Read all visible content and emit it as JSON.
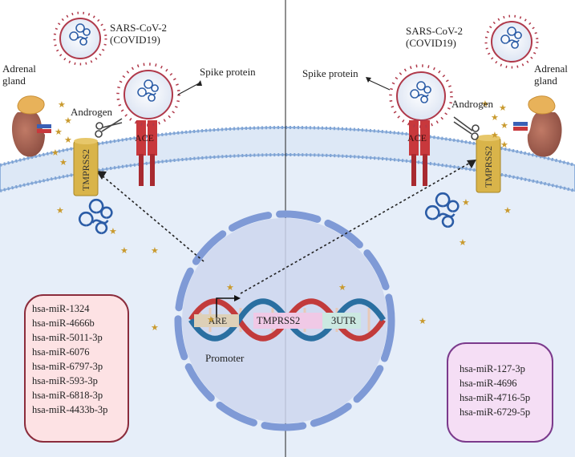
{
  "virus_label_left": [
    "SARS-CoV-2",
    "(COVID19)"
  ],
  "virus_label_right": [
    "SARS-CoV-2",
    "(COVID19)"
  ],
  "adrenal_label_left": [
    "Adrenal",
    "gland"
  ],
  "adrenal_label_right": [
    "Adrenal",
    "gland"
  ],
  "spike_label_left": "Spike protein",
  "spike_label_right": "Spike protein",
  "androgen_label_left": "Androgen",
  "androgen_label_right": "Androgen",
  "ace_label": "ACE",
  "tmprss2_label": "TMPRSS2",
  "dna": {
    "are": "ARE",
    "gene": "TMPRSS2",
    "utr": "3UTR",
    "promoter": "Promoter"
  },
  "mirna_left": [
    "hsa-miR-1324",
    "hsa-miR-4666b",
    "hsa-miR-5011-3p",
    "hsa-miR-6076",
    "hsa-miR-6797-3p",
    "hsa-miR-593-3p",
    "hsa-miR-6818-3p",
    "hsa-miR-4433b-3p"
  ],
  "mirna_right": [
    "hsa-miR-127-3p",
    "hsa-miR-4696",
    "hsa-miR-4716-5p",
    "hsa-miR-6729-5p"
  ],
  "colors": {
    "cell": "#e6eef9",
    "membrane": "#8fb1dc",
    "nucleus": "#c9d3ee",
    "nucleus_border": "#7f9ad6",
    "tmprss2": "#d9b44a",
    "ace": "#c8383c",
    "virus_spike": "#b0394a",
    "virus_body": "#eef2f9",
    "rna": "#2b5ca6",
    "kidney": "#a8675a",
    "adrenal": "#e8b25a",
    "dna_red": "#c23b3b",
    "dna_blue": "#2a6fa1",
    "star": "#c99a2e",
    "left_box": "#fde2e4",
    "right_box": "#f5def5"
  }
}
